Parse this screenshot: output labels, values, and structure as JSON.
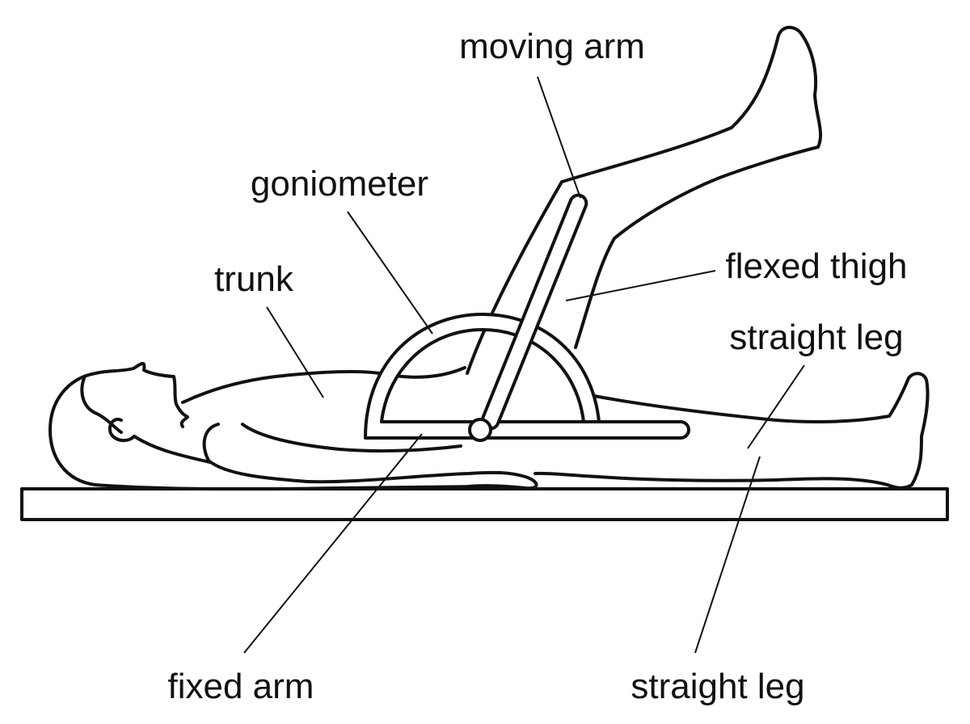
{
  "labels": {
    "moving_arm": "moving arm",
    "goniometer": "goniometer",
    "trunk": "trunk",
    "flexed_thigh": "flexed thigh",
    "straight_leg_upper": "straight leg",
    "fixed_arm": "fixed arm",
    "straight_leg_lower": "straight leg"
  },
  "colors": {
    "ink": "#111111",
    "background": "#ffffff"
  }
}
